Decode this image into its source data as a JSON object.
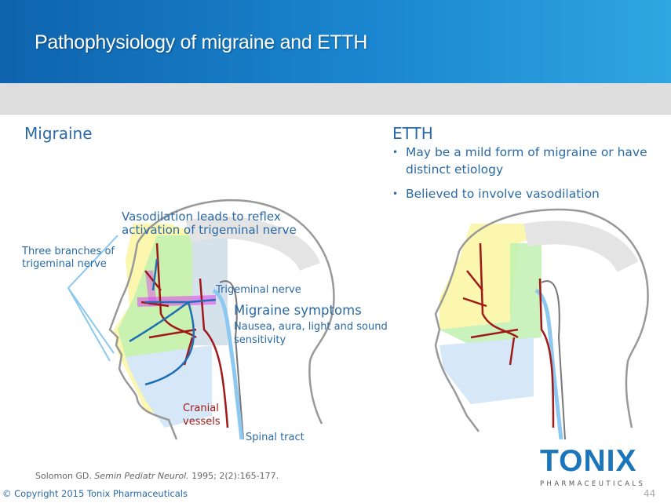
{
  "title": "Pathophysiology of migraine and ETTH",
  "migraine": {
    "heading": "Migraine",
    "labels": {
      "vasodilation": "Vasodilation leads to reflex activation of trigeminal nerve",
      "branches": "Three branches of trigeminal nerve",
      "trigeminal": "Trigeminal nerve",
      "symptoms_title": "Migraine symptoms",
      "symptoms_text": "Nausea, aura, light and sound sensitivity",
      "cranial": "Cranial vessels",
      "spinal": "Spinal tract"
    }
  },
  "etth": {
    "heading": "ETTH",
    "bullets": [
      "May be a mild form of migraine or have distinct etiology",
      "Believed to involve vasodilation"
    ]
  },
  "footer": {
    "citation_pre": "Solomon GD. ",
    "citation_journal": "Semin Pediatr Neurol.",
    "citation_post": " 1995; 2(2):165-177.",
    "copyright": "© Copyright 2015 Tonix Pharmaceuticals",
    "page": "44"
  },
  "logo": {
    "name": "TONIX",
    "sub": "PHARMACEUTICALS",
    "color": "#1b75bb"
  },
  "colors": {
    "text_blue": "#2a6aa6",
    "vessel_red": "#a01818",
    "nerve_blue": "#1e6fb5",
    "glow": "#d030e0"
  }
}
